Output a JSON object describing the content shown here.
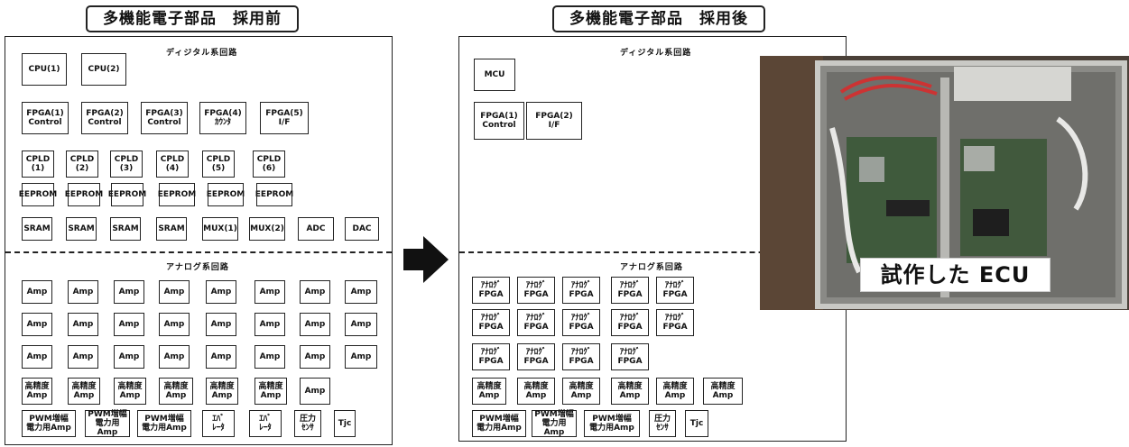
{
  "titles": {
    "before": "多機能電子部品　採用前",
    "after": "多機能電子部品　採用後"
  },
  "before": {
    "digital_title": "ディジタル系回路",
    "analog_title": "アナログ系回路",
    "digital_rows": [
      [
        "CPU(1)",
        "CPU(2)"
      ],
      [
        "FPGA(1)\nControl",
        "FPGA(2)\nControl",
        "FPGA(3)\nControl",
        "FPGA(4)\nｶｳﾝﾀ",
        "FPGA(5)\nI/F"
      ],
      [
        "CPLD\n(1)",
        "CPLD\n(2)",
        "CPLD\n(3)",
        "CPLD\n(4)",
        "CPLD\n(5)",
        "CPLD\n(6)"
      ],
      [
        "EEPROM",
        "EEPROM",
        "EEPROM",
        "EEPROM",
        "EEPROM",
        "EEPROM"
      ],
      [
        "SRAM",
        "SRAM",
        "SRAM",
        "SRAM",
        "MUX(1)",
        "MUX(2)",
        "ADC",
        "DAC"
      ]
    ],
    "analog_rows": [
      [
        "Amp",
        "Amp",
        "Amp",
        "Amp",
        "Amp",
        "Amp",
        "Amp",
        "Amp"
      ],
      [
        "Amp",
        "Amp",
        "Amp",
        "Amp",
        "Amp",
        "Amp",
        "Amp",
        "Amp"
      ],
      [
        "Amp",
        "Amp",
        "Amp",
        "Amp",
        "Amp",
        "Amp",
        "Amp",
        "Amp"
      ],
      [
        "高精度\nAmp",
        "高精度\nAmp",
        "高精度\nAmp",
        "高精度\nAmp",
        "高精度\nAmp",
        "高精度\nAmp",
        "Amp"
      ],
      [
        "PWM増幅\n電力用Amp",
        "PWM増幅\n電力用Amp",
        "PWM増幅\n電力用Amp",
        "ｴﾊﾞ\nﾚｰﾀ",
        "ｴﾊﾞ\nﾚｰﾀ",
        "圧力\nｾﾝｻ",
        "Tjc"
      ]
    ]
  },
  "after": {
    "digital_title": "ディジタル系回路",
    "analog_title": "アナログ系回路",
    "digital_rows": [
      [
        "MCU"
      ],
      [
        "FPGA(1)\nControl",
        "FPGA(2)\nI/F"
      ]
    ],
    "analog_rows": [
      [
        "ｱﾅﾛｸﾞ\nFPGA",
        "ｱﾅﾛｸﾞ\nFPGA",
        "ｱﾅﾛｸﾞ\nFPGA",
        "ｱﾅﾛｸﾞ\nFPGA",
        "ｱﾅﾛｸﾞ\nFPGA"
      ],
      [
        "ｱﾅﾛｸﾞ\nFPGA",
        "ｱﾅﾛｸﾞ\nFPGA",
        "ｱﾅﾛｸﾞ\nFPGA",
        "ｱﾅﾛｸﾞ\nFPGA",
        "ｱﾅﾛｸﾞ\nFPGA"
      ],
      [
        "ｱﾅﾛｸﾞ\nFPGA",
        "ｱﾅﾛｸﾞ\nFPGA",
        "ｱﾅﾛｸﾞ\nFPGA",
        "ｱﾅﾛｸﾞ\nFPGA"
      ],
      [
        "高精度\nAmp",
        "高精度\nAmp",
        "高精度\nAmp",
        "高精度\nAmp",
        "高精度\nAmp",
        "高精度\nAmp"
      ],
      [
        "PWM増幅\n電力用Amp",
        "PWM増幅\n電力用Amp",
        "PWM増幅\n電力用Amp",
        "圧力\nｾﾝｻ",
        "Tjc"
      ]
    ]
  },
  "photo": {
    "label": "試作した ECU"
  }
}
